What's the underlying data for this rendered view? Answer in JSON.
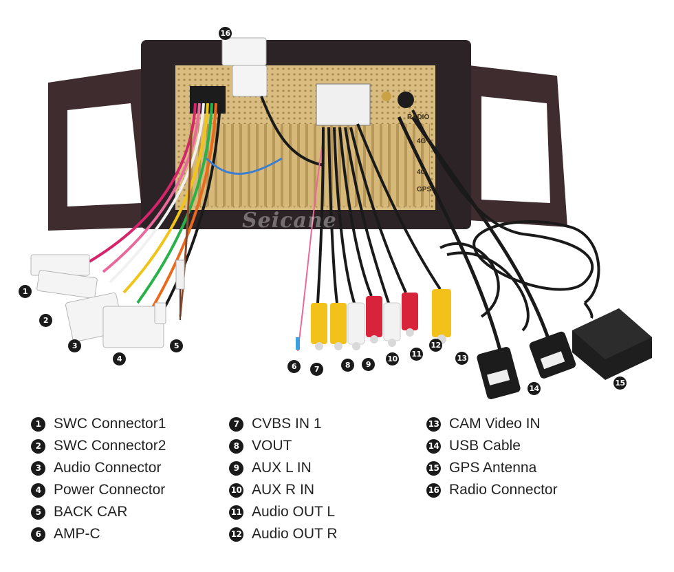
{
  "watermark": "Seicane",
  "unit_labels": {
    "radio": "RADIO",
    "fourg_plus": "4G+",
    "fourg": "4G",
    "gps": "GPS"
  },
  "markers": [
    "1",
    "2",
    "3",
    "4",
    "5",
    "6",
    "7",
    "8",
    "9",
    "10",
    "11",
    "12",
    "13",
    "14",
    "15",
    "16"
  ],
  "legend": {
    "column1": [
      {
        "num": "1",
        "label": "SWC Connector1"
      },
      {
        "num": "2",
        "label": "SWC Connector2"
      },
      {
        "num": "3",
        "label": "Audio Connector"
      },
      {
        "num": "4",
        "label": "Power Connector"
      },
      {
        "num": "5",
        "label": "BACK CAR"
      },
      {
        "num": "6",
        "label": "AMP-C"
      }
    ],
    "column2": [
      {
        "num": "7",
        "label": "CVBS IN 1"
      },
      {
        "num": "8",
        "label": "VOUT"
      },
      {
        "num": "9",
        "label": "AUX L IN"
      },
      {
        "num": "10",
        "label": "AUX R IN"
      },
      {
        "num": "11",
        "label": "Audio OUT L"
      },
      {
        "num": "12",
        "label": "Audio OUT R"
      }
    ],
    "column3": [
      {
        "num": "13",
        "label": "CAM Video IN"
      },
      {
        "num": "14",
        "label": "USB Cable"
      },
      {
        "num": "15",
        "label": "GPS Antenna"
      },
      {
        "num": "16",
        "label": "Radio Connector"
      }
    ]
  },
  "colors": {
    "frame": "#3a2a2c",
    "chassis": "#d8b978",
    "rca_yellow": "#f2c21a",
    "rca_red": "#d8243a",
    "rca_white": "#f2f2f2",
    "marker": "#1a1a1a"
  }
}
